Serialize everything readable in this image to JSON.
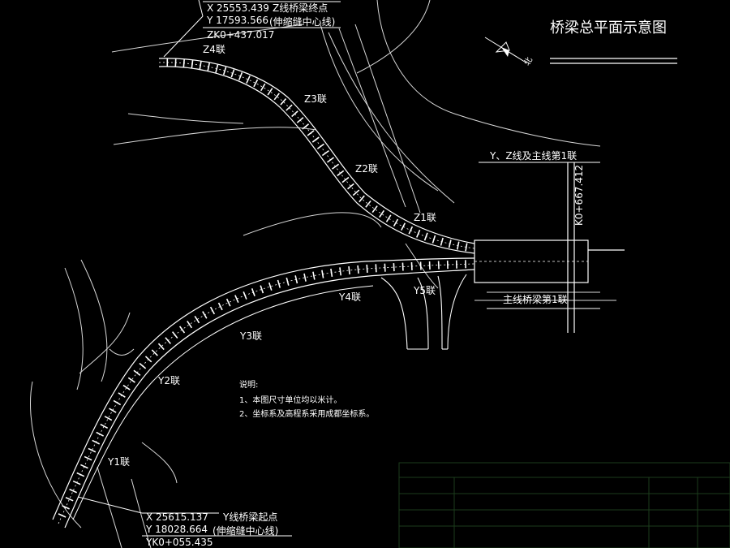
{
  "drawing": {
    "title": "桥梁总平面示意图",
    "north_label": "北"
  },
  "z_end": {
    "x": "X 25553.439",
    "y": "Y 17593.566",
    "label": "Z线桥梁终点",
    "sub": "(伸缩缝中心线)",
    "station": "ZK0+437.017"
  },
  "y_start": {
    "x": "X 25615.137",
    "y": "Y 18028.664",
    "label": "Y线桥梁起点",
    "sub": "(伸缩缝中心线)",
    "station": "YK0+055.435"
  },
  "main_start": {
    "station": "K0+667.412",
    "label_top": "Y、Z线及主线第1联",
    "label_bottom": "主线桥梁第1联"
  },
  "spans": {
    "z4": "Z4联",
    "z3": "Z3联",
    "z2": "Z2联",
    "z1": "Z1联",
    "y1": "Y1联",
    "y2": "Y2联",
    "y3": "Y3联",
    "y4": "Y4联",
    "y5": "Y5联"
  },
  "notes": {
    "heading": "说明:",
    "line1": "1、本图尺寸单位均以米计。",
    "line2": "2、坐标系及高程系采用成都坐标系。"
  },
  "colors": {
    "background": "#000000",
    "lines": "#ffffff",
    "dim": "#9a9a9a",
    "table": "#1c3d1c"
  }
}
